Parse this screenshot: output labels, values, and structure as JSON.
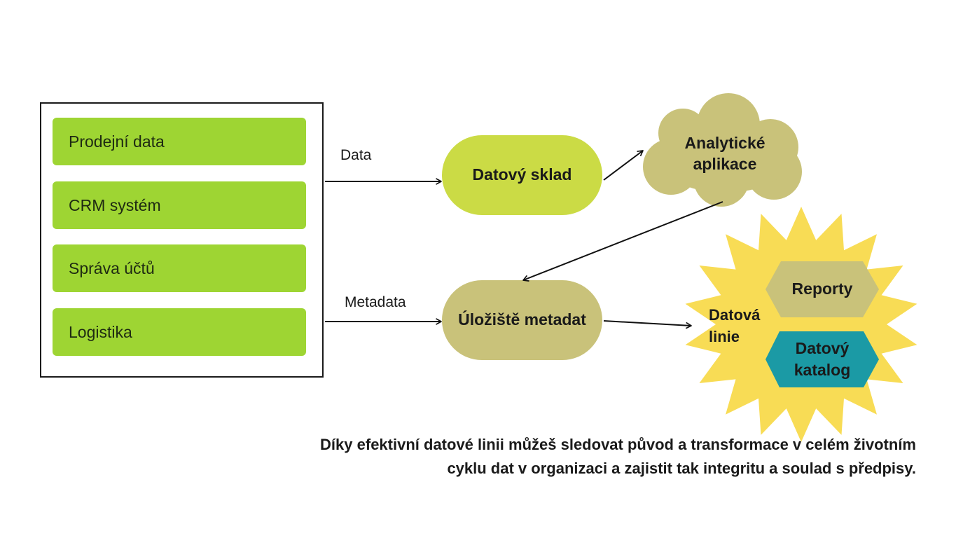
{
  "sources": {
    "items": [
      {
        "label": "Prodejní data"
      },
      {
        "label": "CRM systém"
      },
      {
        "label": "Správa účtů"
      },
      {
        "label": "Logistika"
      }
    ]
  },
  "edges": {
    "data_label": "Data",
    "metadata_label": "Metadata"
  },
  "nodes": {
    "warehouse": "Datový sklad",
    "analytics_line1": "Analytické",
    "analytics_line2": "aplikace",
    "metadata_store": "Úložiště metadat",
    "lineage_line1": "Datová",
    "lineage_line2": "linie",
    "reports": "Reporty",
    "catalog_line1": "Datový",
    "catalog_line2": "katalog"
  },
  "caption": {
    "line1": "Díky efektivní datové linii můžeš sledovat původ a transformace v celém životním",
    "line2": "cyklu dat v organizaci a zajistit tak integritu a soulad s předpisy."
  },
  "colors": {
    "source_green": "#9ed533",
    "warehouse_lime": "#cbdb45",
    "olive": "#c9c27a",
    "star_yellow": "#f8dc55",
    "catalog_teal": "#1b9aa5"
  }
}
